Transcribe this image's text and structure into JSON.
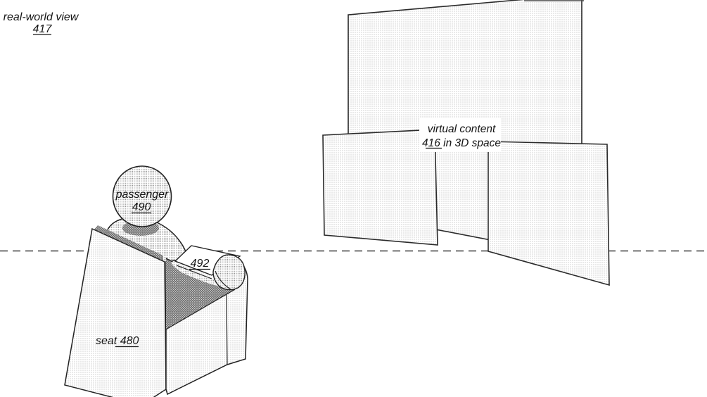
{
  "figure": {
    "view_label": {
      "line1": "real-world view",
      "ref": "417"
    },
    "virtual_label": {
      "line1": "virtual content",
      "ref": "416",
      "line2_rest": " in 3D space"
    },
    "passenger_label": {
      "line1": "passenger",
      "ref": "490"
    },
    "device_label": {
      "ref": "492"
    },
    "seat_label": {
      "word": "seat ",
      "ref": "480"
    }
  },
  "colors": {
    "ink": "#222222",
    "paper": "#ffffff",
    "dash_line": "#3a3a3a"
  }
}
